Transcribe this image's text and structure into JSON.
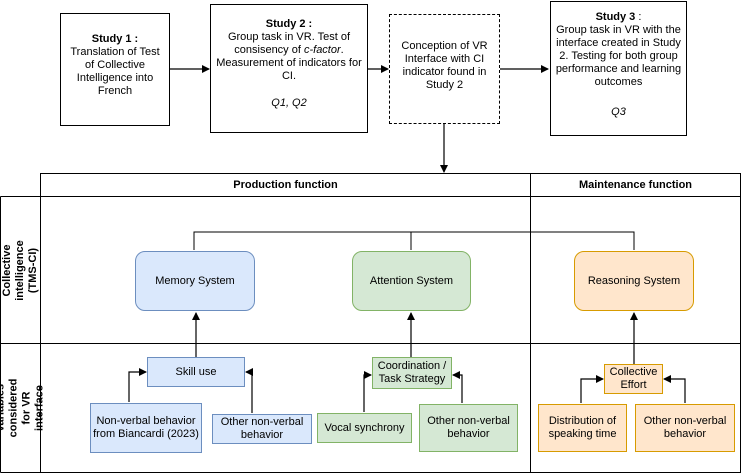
{
  "studies": [
    {
      "head": "Study 1 :",
      "body": "Translation of Test of Collective Intelligence into French",
      "q": ""
    },
    {
      "head": "Study 2 :",
      "body_pre": "Group task in VR. Test of consisency of ",
      "body_em": "c-factor",
      "body_post": ". Measurement of indicators for CI.",
      "q": "Q1, Q2"
    },
    {
      "head": "",
      "body": "Conception of VR Interface with CI indicator found in Study 2",
      "q": ""
    },
    {
      "head": "Study 3",
      "head_suffix": " :",
      "body": "Group task in VR with the interface created in Study 2. Testing for both group performance and learning outcomes",
      "q": "Q3"
    }
  ],
  "table": {
    "col_headers": [
      "Production function",
      "Maintenance function"
    ],
    "row_labels": [
      "Collective intelligence (TMS-CI)",
      "Variables considered for VR interface"
    ]
  },
  "systems": [
    {
      "label": "Memory System",
      "color": "#dae8fc"
    },
    {
      "label": "Attention System",
      "color": "#d5e8d4"
    },
    {
      "label": "Reasoning System",
      "color": "#ffe6cc"
    }
  ],
  "variables": {
    "skill_use": "Skill use",
    "coordination": "Coordination / Task Strategy",
    "collective_effort": "Collective Effort",
    "nonverbal_biancardi": "Non-verbal behavior from Biancardi (2023)",
    "other_nonverbal_1": "Other non-verbal behavior",
    "vocal_synchrony": "Vocal synchrony",
    "other_nonverbal_2": "Other non-verbal behavior",
    "distribution_speaking": "Distribution of speaking time",
    "other_nonverbal_3": "Other non-verbal behavior"
  }
}
